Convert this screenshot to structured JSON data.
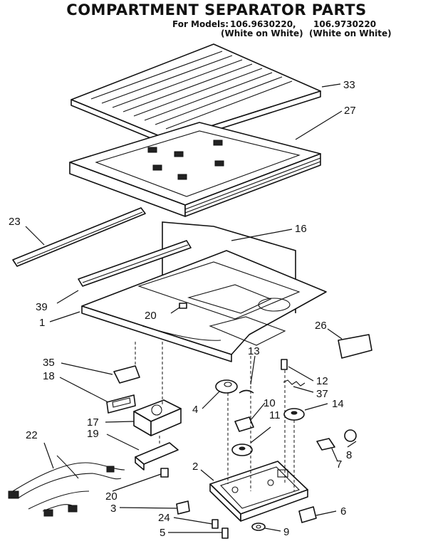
{
  "header": {
    "title": "COMPARTMENT SEPARATOR PARTS",
    "models_prefix": "For Models:",
    "models": [
      {
        "number": "106.9630220,",
        "variant": "(White on White)"
      },
      {
        "number": "106.9730220",
        "variant": "(White on White)"
      }
    ]
  },
  "callouts": {
    "p33": "33",
    "p27": "27",
    "p23": "23",
    "p16": "16",
    "p39": "39",
    "p1": "1",
    "p20a": "20",
    "p26": "26",
    "p35": "35",
    "p18": "18",
    "p13": "13",
    "p12": "12",
    "p37": "37",
    "p17": "17",
    "p4": "4",
    "p10": "10",
    "p14": "14",
    "p11": "11",
    "p19": "19",
    "p22": "22",
    "p8": "8",
    "p7": "7",
    "p2": "2",
    "p20b": "20",
    "p3": "3",
    "p24": "24",
    "p6": "6",
    "p5": "5",
    "p9": "9"
  }
}
